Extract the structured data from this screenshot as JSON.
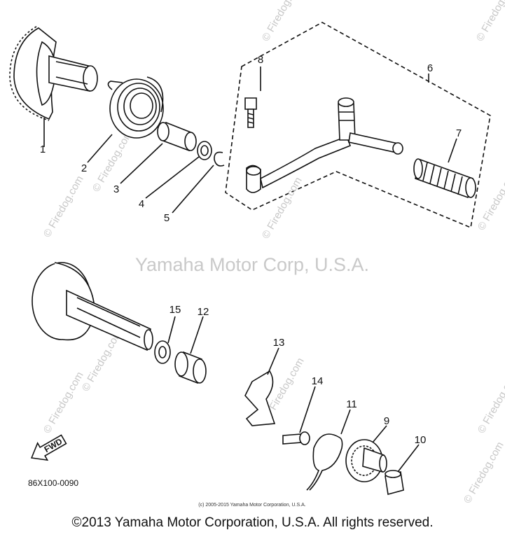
{
  "watermark": {
    "center_text": "Yamaha Motor Corp, U.S.A.",
    "repeat_text": "© Firedog.com",
    "mid_text": "© Firedog.com"
  },
  "part_labels": [
    "1",
    "2",
    "3",
    "4",
    "5",
    "6",
    "7",
    "8",
    "9",
    "10",
    "11",
    "12",
    "13",
    "14",
    "15"
  ],
  "fwd_label": "FWD",
  "diagram_code": "86X100-0090",
  "small_copyright": "(c) 2005-2015 Yamaha Motor Corporation, U.S.A.",
  "copyright": "©2013 Yamaha Motor Corporation, U.S.A. All rights reserved."
}
